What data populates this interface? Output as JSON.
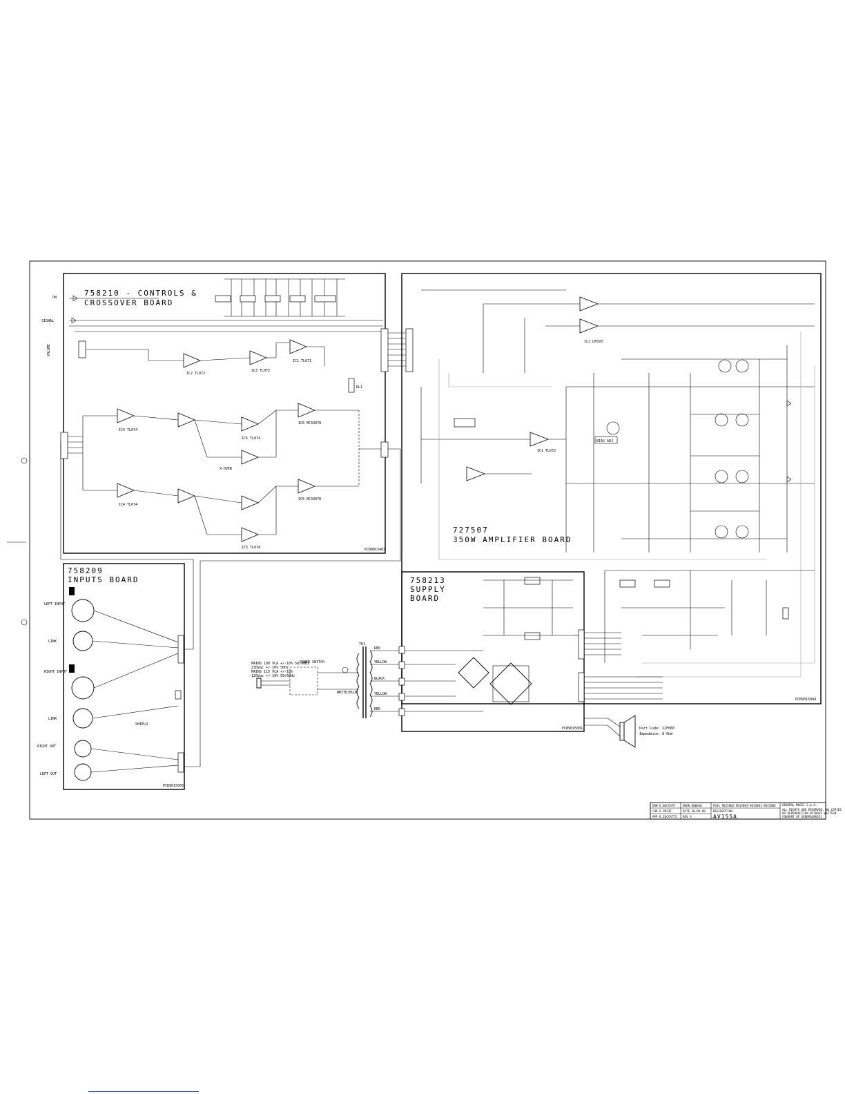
{
  "boards": {
    "controls": {
      "line1": "758210 - CONTROLS &",
      "line2": "CROSSOVER BOARD",
      "pcb": "PCB9015402"
    },
    "inputs": {
      "line1": "758209",
      "line2": "INPUTS BOARD",
      "pcb": "PCB9015005"
    },
    "amplifier": {
      "line1": "727507",
      "line2": "350W AMPLIFIER BOARD",
      "pcb": "PCB9015004"
    },
    "supply": {
      "line1": "758213",
      "line2": "SUPPLY",
      "line3": "BOARD",
      "pcb": "PCB9015001"
    }
  },
  "side_labels": {
    "on": "ON",
    "signal": "SIGNAL",
    "volume": "VOLUME",
    "left_input": "LEFT INPUT",
    "link_1": "LINK",
    "right_input": "RIGHT INPUT",
    "link_2": "LINK",
    "right_out": "RIGHT OUT",
    "left_out": "LEFT OUT"
  },
  "power": {
    "switch": "POWER SWITCH",
    "mains": [
      "MAINS 100 VCA +/-10% 50/60Hz",
      "230Vac +/-10% 50Hz",
      "MAINS 115 VCA +/-10%",
      "120Vac +/-10% 50/60Hz"
    ],
    "wire": "WHITE/BLUE",
    "transformer": "TR1",
    "taps": [
      "RED",
      "YELLOW",
      "BLACK",
      "YELLOW",
      "RED"
    ]
  },
  "speaker": {
    "part_code": "Part Code: 22F060",
    "impedance": "Impedance: 8 Ohm"
  },
  "chips": {
    "ic1": "IC1 TL071",
    "ic2": "IC2 TL072",
    "ic3": "IC3 TL072",
    "ic4a": "IC4 TL074",
    "ic4b": "IC4 TL074",
    "ic5a": "IC5 TL074",
    "ic5b": "IC5 TL074",
    "ic6a": "IC6 MC33078",
    "ic6b": "IC6 MC33078",
    "amp_ic1": "IC1 TL072",
    "amp_ic2": "IC2 LM393"
  },
  "markers": {
    "x_over": "X-OVER",
    "bias_adj": "BIAS ADJ",
    "shield": "SHIELD",
    "rl1": "RL1"
  },
  "title_block": {
    "drw": "DRW E.BOCCATO",
    "chk": "CHK E.POZZI",
    "app": "APP E.ZUCCATTI",
    "date_drw": "DWGN 000646",
    "date": "DATE 30-09-98",
    "rev": "REV A",
    "pcb_list": "PCBs 9015002-9015003-9015001-9015004",
    "description": "DESCRIPTION",
    "model": "AV155A",
    "company": "GENERAL MUSIC S.p.A.",
    "rights": [
      "ALL RIGHTS ARE RESERVED. NO COPIES",
      "OR REPRODUCTION WITHOUT WRITTEN",
      "CONSENT OF GENERALMUSIC"
    ]
  }
}
